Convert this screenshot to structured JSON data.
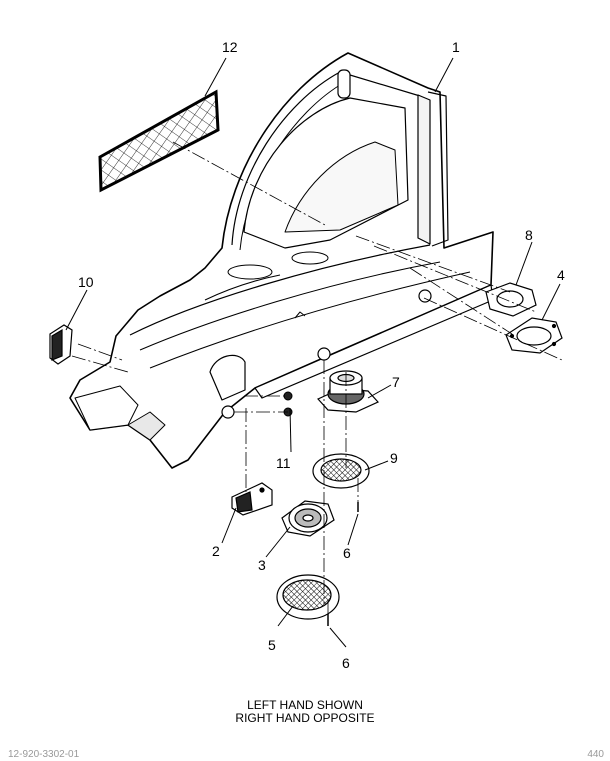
{
  "callouts": {
    "c1": "1",
    "c2": "2",
    "c3": "3",
    "c4": "4",
    "c5": "5",
    "c6a": "6",
    "c6b": "6",
    "c7": "7",
    "c8": "8",
    "c9": "9",
    "c10": "10",
    "c11": "11",
    "c12": "12"
  },
  "caption": {
    "line1": "LEFT HAND SHOWN",
    "line2": "RIGHT HAND OPPOSITE"
  },
  "footer": {
    "left": "12-920-3302-01",
    "right": "440"
  },
  "colors": {
    "line": "#000000",
    "fill": "#ffffff",
    "shade": "#d8d8d8",
    "dark": "#222222"
  }
}
